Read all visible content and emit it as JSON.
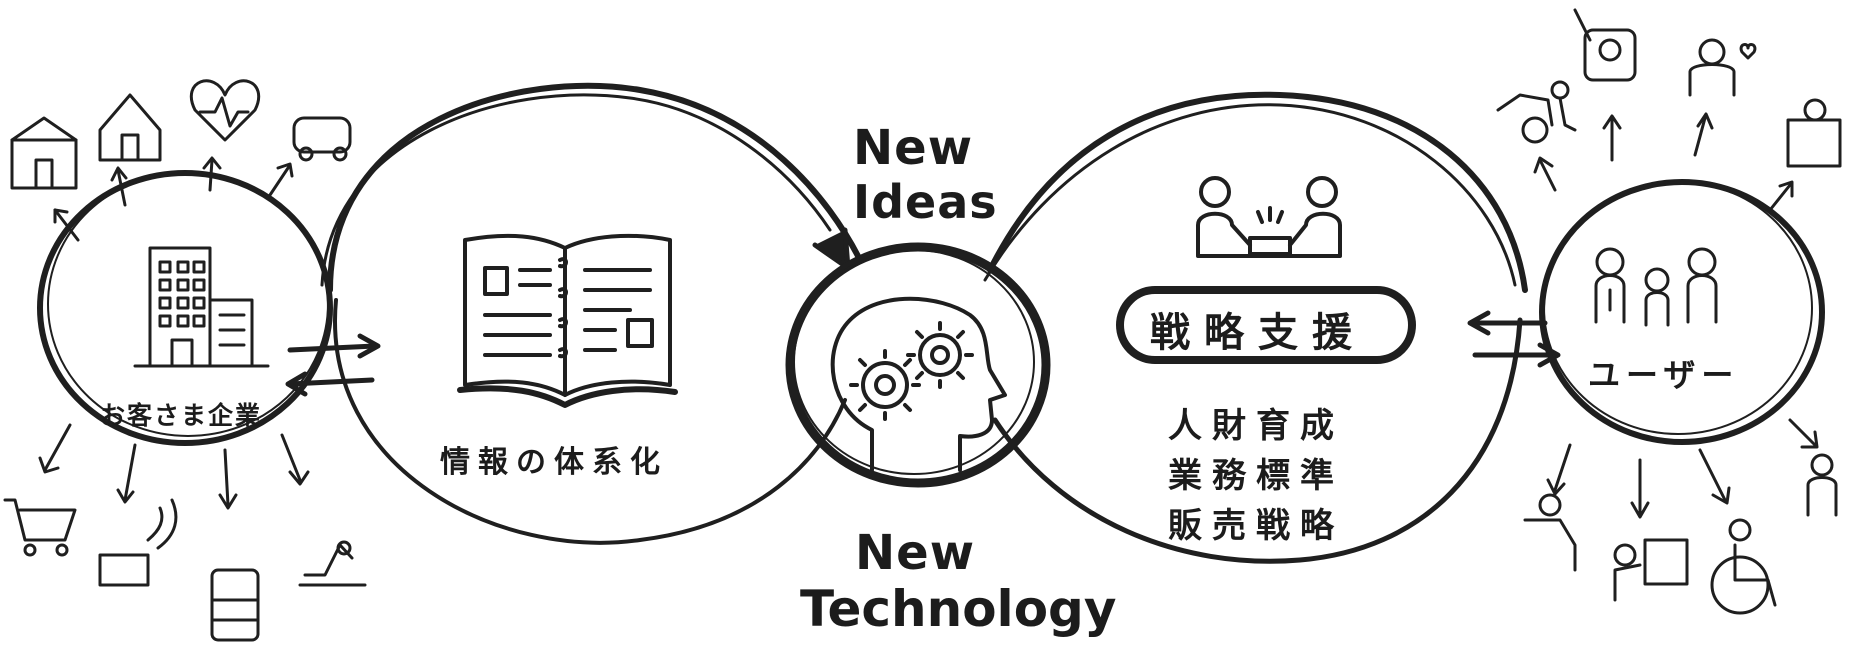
{
  "left_hub": {
    "label": "お客さま企業"
  },
  "center_left": {
    "label": "情報の体系化"
  },
  "center": {
    "top_label_1": "New",
    "top_label_2": "Ideas",
    "bottom_label_1": "New",
    "bottom_label_2": "Technology"
  },
  "center_right": {
    "badge": "戦略支援",
    "lines": [
      "人財育成",
      "業務標準",
      "販売戦略"
    ]
  },
  "right_hub": {
    "label": "ユーザー"
  },
  "colors": {
    "ink": "#1f1f1f",
    "background": "#ffffff"
  }
}
